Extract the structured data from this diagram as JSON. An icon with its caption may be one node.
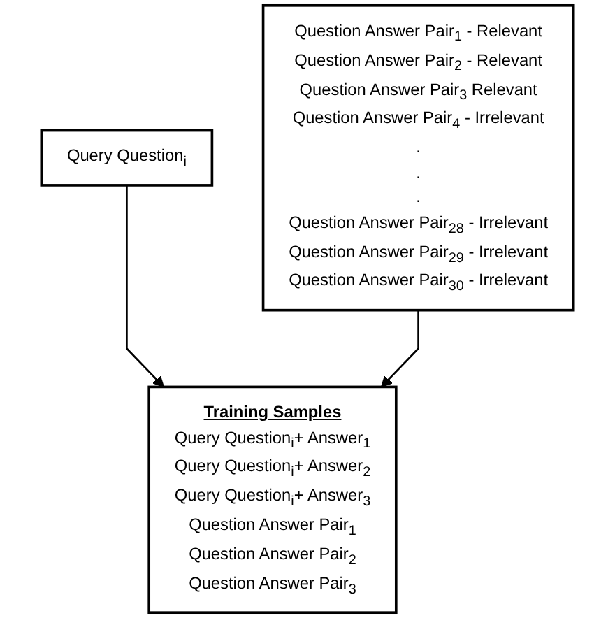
{
  "diagram": {
    "nodes": [
      {
        "text": [
          "Query Question$_{i}$"
        ]
      },
      {
        "text": [
          "Question Answer Pair$_{1}$ - Relevant",
          "Question Answer Pair$_{2}$ - Relevant",
          "Question Answer Pair$_{3}$ Relevant",
          "Question Answer Pair$_{4}$ - Irrelevant",
          ".",
          ".",
          ".",
          "Question Answer Pair$_{28}$ - Irrelevant",
          "Question Answer Pair$_{29}$ - Irrelevant",
          "Question Answer Pair$_{30}$ - Irrelevant"
        ]
      },
      {
        "text": [
          "Training Samples",
          "Query Question$_{i}$+ Answer$_{1}$",
          "Query Question$_{i}$+ Answer$_{2}$",
          "Query Question$_{i}$+ Answer$_{3}$",
          "Question Answer Pair$_{1}$",
          "Question Answer Pair$_{2}$",
          "Question Answer Pair$_{3}$"
        ]
      }
    ],
    "edges": [
      {
        "from": 0,
        "to": 2,
        "arrow": "to"
      },
      {
        "from": 1,
        "to": 2,
        "arrow": "to"
      }
    ]
  }
}
